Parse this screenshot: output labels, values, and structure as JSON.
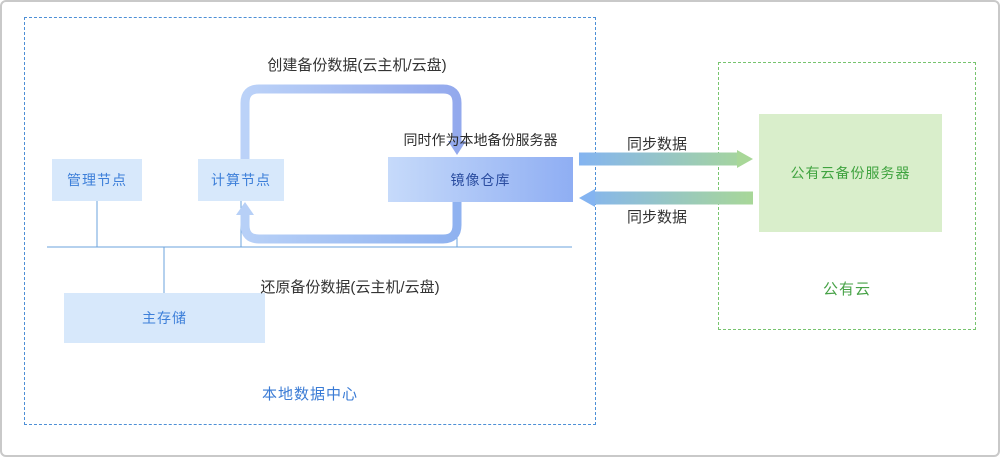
{
  "diagram": {
    "local_datacenter": {
      "label": "本地数据中心",
      "management_node": "管理节点",
      "compute_node": "计算节点",
      "image_registry": "镜像仓库",
      "primary_storage": "主存储",
      "registry_note": "同时作为本地备份服务器",
      "create_backup_label": "创建备份数据(云主机/云盘)",
      "restore_backup_label": "还原备份数据(云主机/云盘)"
    },
    "public_cloud": {
      "label": "公有云",
      "backup_server": "公有云备份服务器"
    },
    "sync_to_cloud_label": "同步数据",
    "sync_to_local_label": "同步数据",
    "colors": {
      "local_region_border": "#4d8fd6",
      "cloud_region_border": "#77c46e",
      "node_fill": "#d7e8fb",
      "node_text": "#3d7fd9",
      "registry_gradient_start": "#c6dafa",
      "registry_gradient_end": "#8faef3",
      "cloud_server_fill": "#d9eecb",
      "cloud_text": "#3fa33f",
      "thin_connector": "#6ba3dc",
      "arrow_blue": "#93a9ed",
      "arrow_light_blue": "#b7d0f7",
      "arrow_green": "#a8d798"
    }
  }
}
